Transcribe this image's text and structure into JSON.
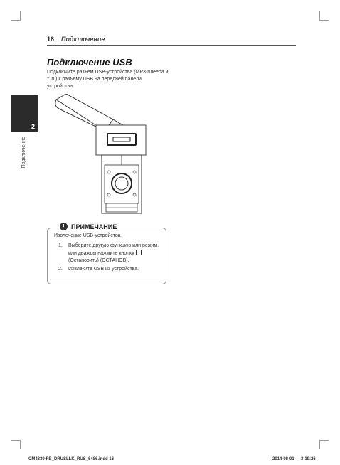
{
  "header": {
    "page_number": "16",
    "section": "Подключение"
  },
  "title": "Подключение USB",
  "intro": "Подключите разъем USB-устройства (MP3-плеера и т. п.) к разъему USB на передней панели устройства.",
  "side_tab": {
    "number": "2",
    "label": "Подключение"
  },
  "illustration": {
    "icons": [
      "usb-flash-drive-icon",
      "usb-port-icon",
      "speaker-unit-icon"
    ]
  },
  "note": {
    "icon": "exclamation-icon",
    "title": "ПРИМЕЧАНИЕ",
    "subtitle": "Извлечение USB-устройства",
    "steps": [
      {
        "num": "1.",
        "text_a": "Выберите другую функцию или режим, или дважды нажмите кнопку",
        "text_b": "(Остановить) (ОСТАНОВ)."
      },
      {
        "num": "2.",
        "text": "Извлеките USB из устройства."
      }
    ]
  },
  "footer": {
    "file": "CM4330-FB_DRUSLLK_RUS_6486.indd 16",
    "date": "2014-08-01",
    "time": "3:19:26"
  }
}
